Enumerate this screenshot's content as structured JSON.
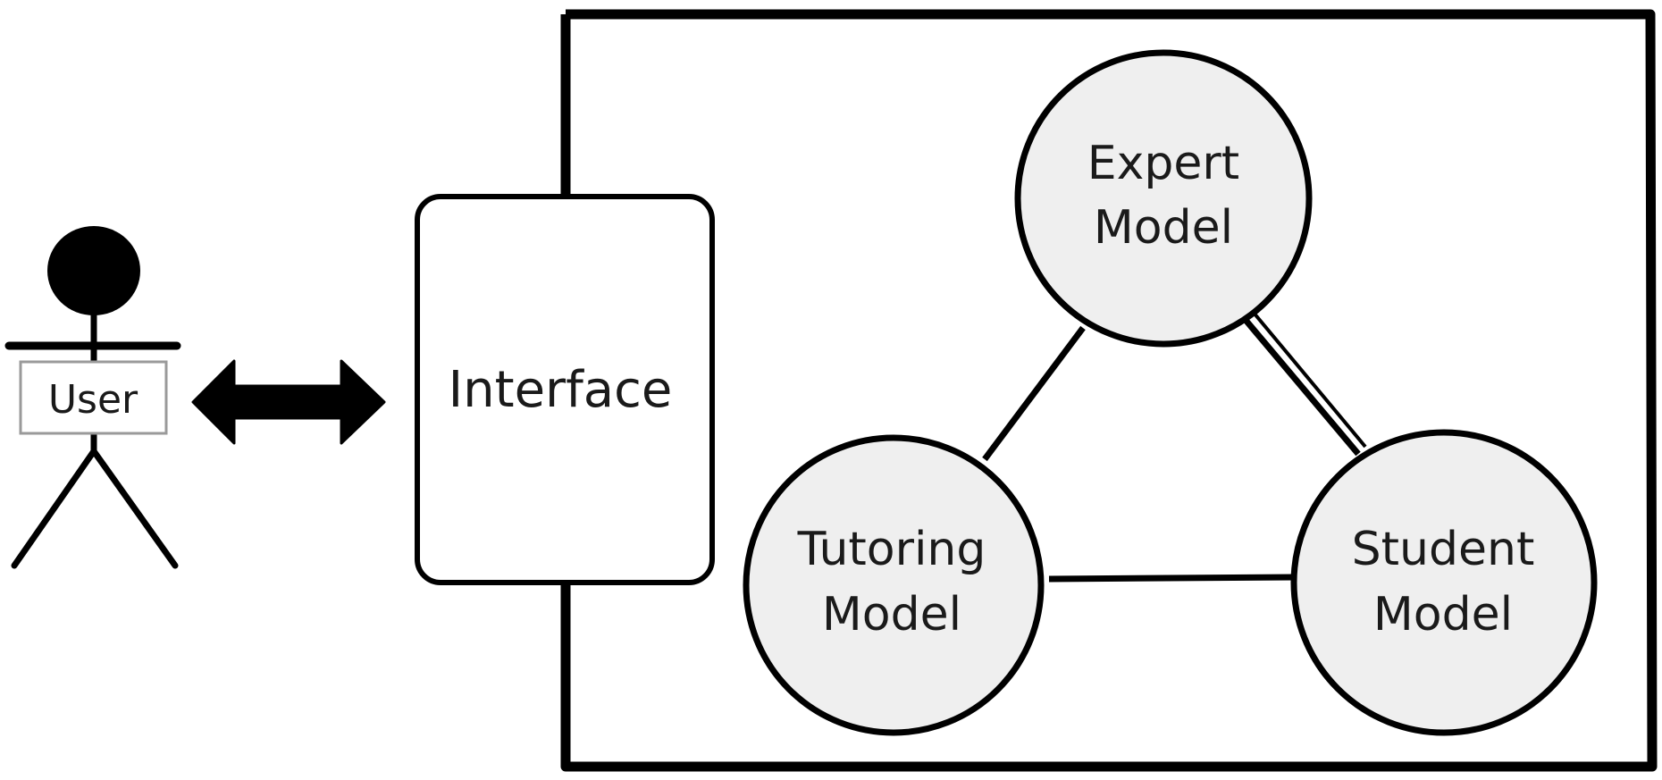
{
  "diagram": {
    "user_label": "User",
    "interface_label": "Interface",
    "nodes": {
      "expert": {
        "line1": "Expert",
        "line2": "Model"
      },
      "tutoring": {
        "line1": "Tutoring",
        "line2": "Model"
      },
      "student": {
        "line1": "Student",
        "line2": "Model"
      }
    }
  },
  "colors": {
    "stroke": "#000000",
    "node_fill": "#efefef",
    "text": "#1a1a1a"
  }
}
